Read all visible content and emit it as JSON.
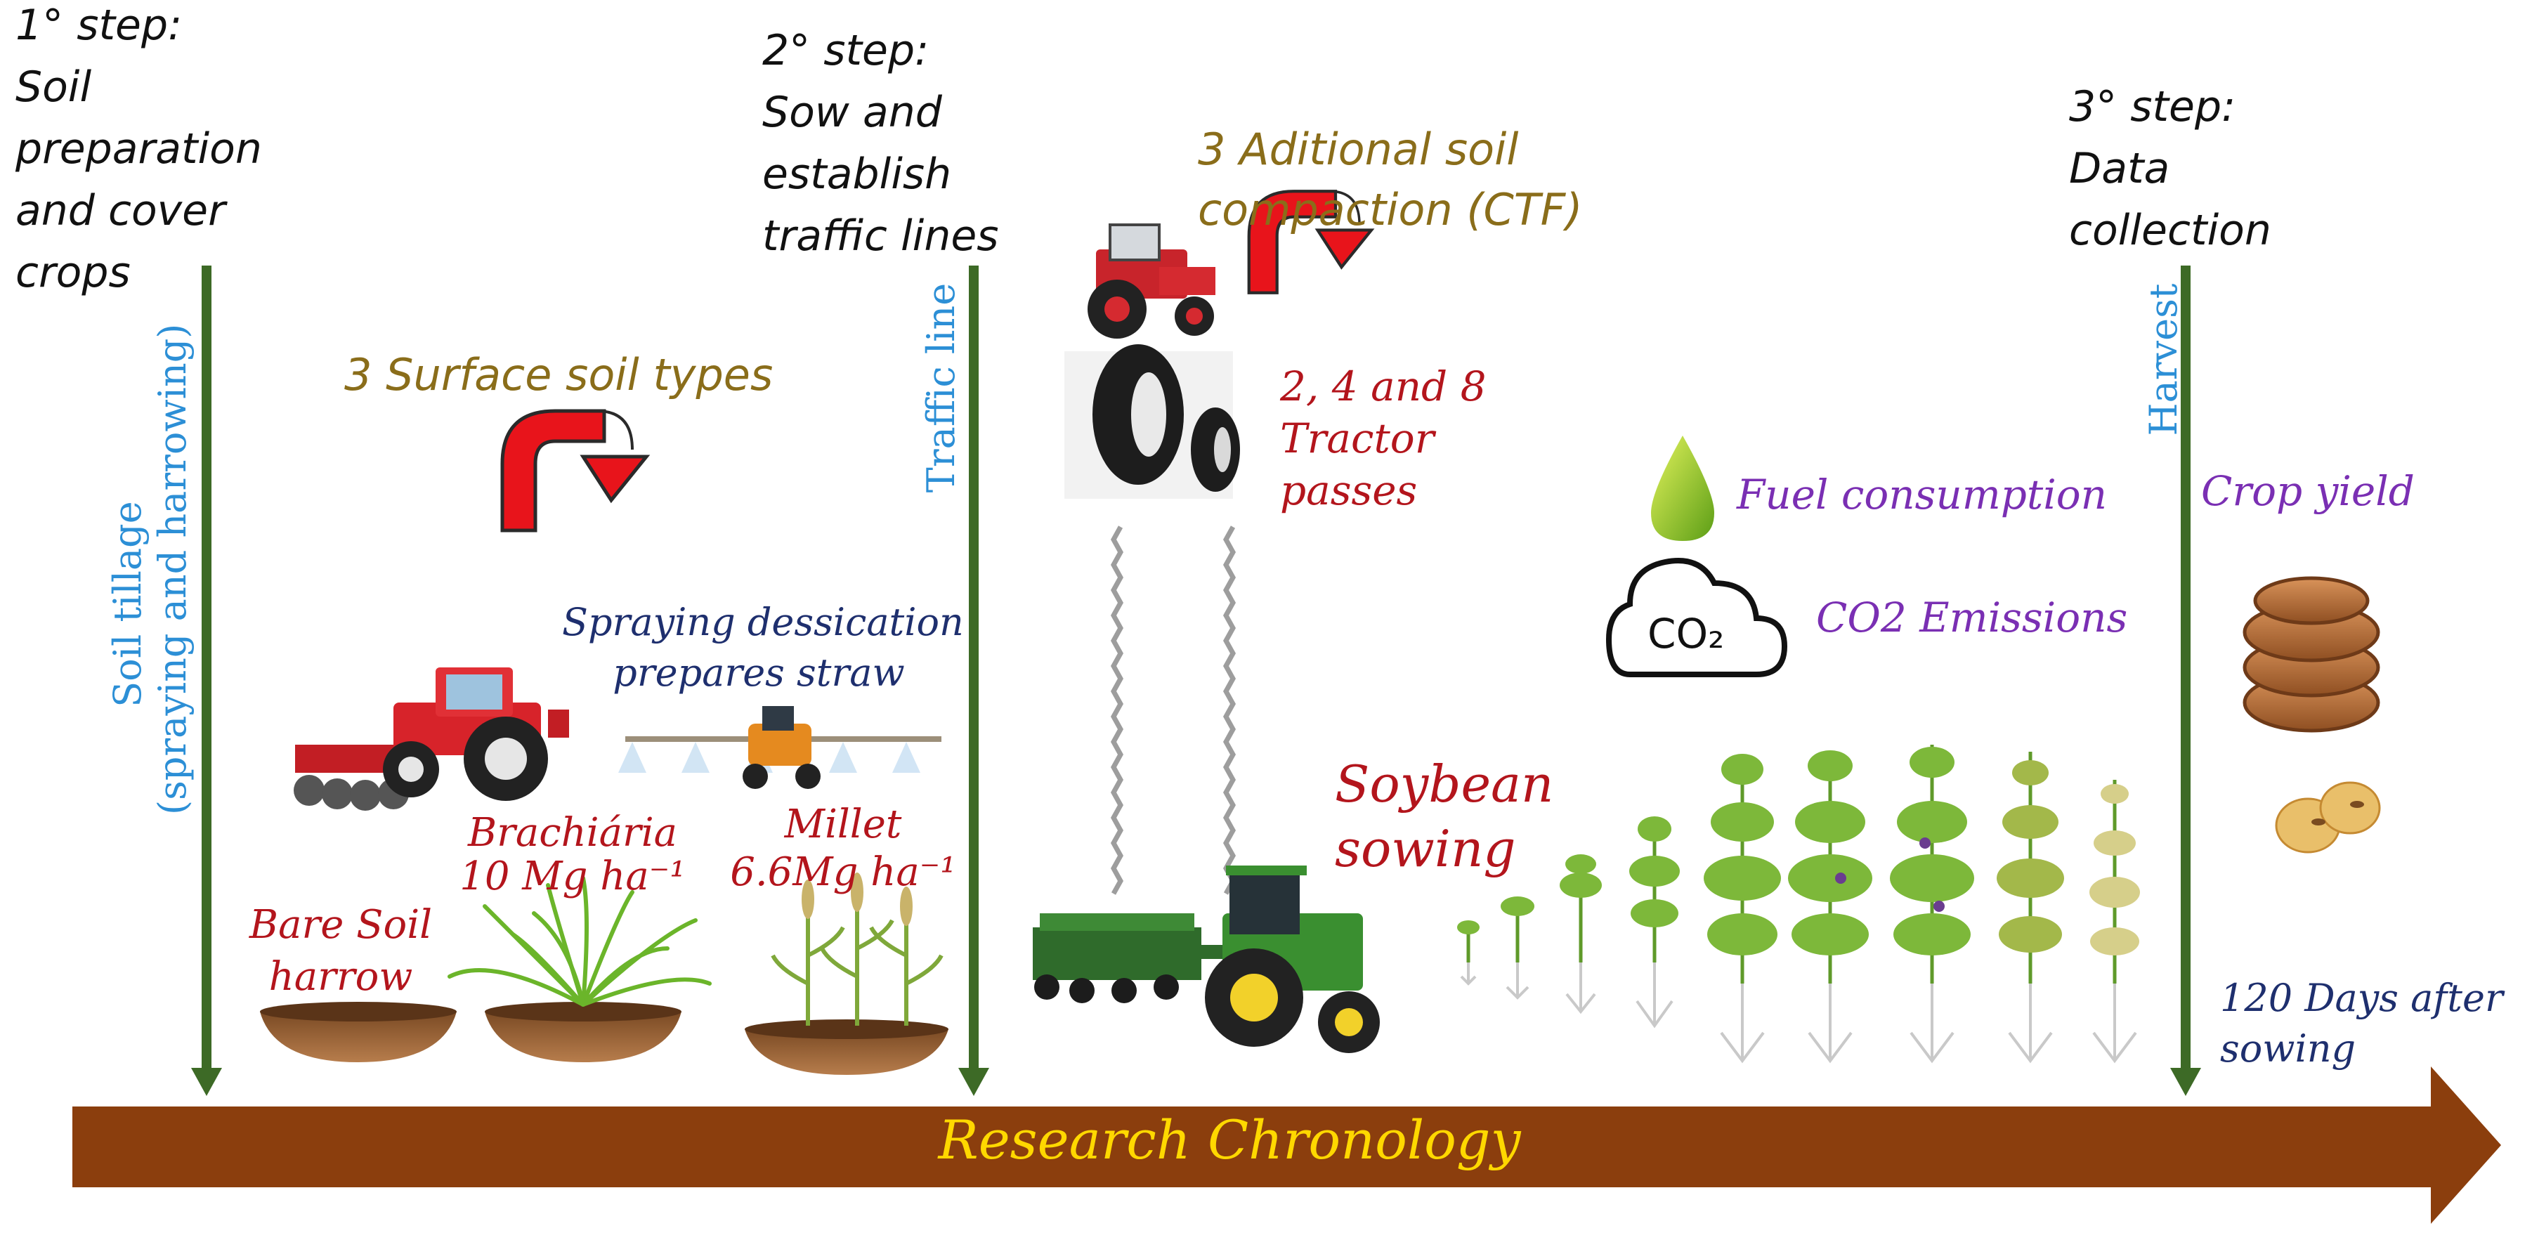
{
  "steps": [
    {
      "lines": [
        "1° step:",
        "Soil",
        "preparation",
        "and cover",
        "crops"
      ]
    },
    {
      "lines": [
        "2° step:",
        "Sow and",
        "establish",
        "traffic lines"
      ]
    },
    {
      "lines": [
        "3° step:",
        "Data",
        "collection"
      ]
    }
  ],
  "vertical_labels": {
    "soil_tillage": [
      "Soil tillage",
      "(spraying and harrowing)"
    ],
    "traffic_line": "Traffic line",
    "harvest": "Harvest"
  },
  "surface_soil_types": "3 Surface soil types",
  "additional_compaction": [
    "3  Aditional soil",
    "compaction (CTF)"
  ],
  "tractor_passes": [
    "2, 4 and 8",
    "Tractor",
    "passes"
  ],
  "spraying": [
    "Spraying dessication",
    "prepares straw"
  ],
  "treatments": {
    "bare": [
      "Bare Soil",
      "harrow"
    ],
    "brachiaria": [
      "Brachiária",
      "10 Mg ha⁻¹"
    ],
    "millet": [
      "Millet",
      "6.6Mg ha⁻¹"
    ]
  },
  "soybean": [
    "Soybean",
    "sowing"
  ],
  "fuel": "Fuel consumption",
  "co2_emissions": "CO2 Emissions",
  "co2_icon_text": "CO₂",
  "crop_yield": "Crop yield",
  "days_after": [
    "120 Days after",
    "sowing"
  ],
  "chronology": "Research Chronology",
  "colors": {
    "arrow_brown": "#8b3e0d",
    "green_line": "#3d6a26",
    "gold_text": "#8a6d1a",
    "red_text": "#b3151c",
    "purple_text": "#7a2fb3",
    "blue_text": "#2c8fd6",
    "chronology_text": "#ffd800"
  }
}
